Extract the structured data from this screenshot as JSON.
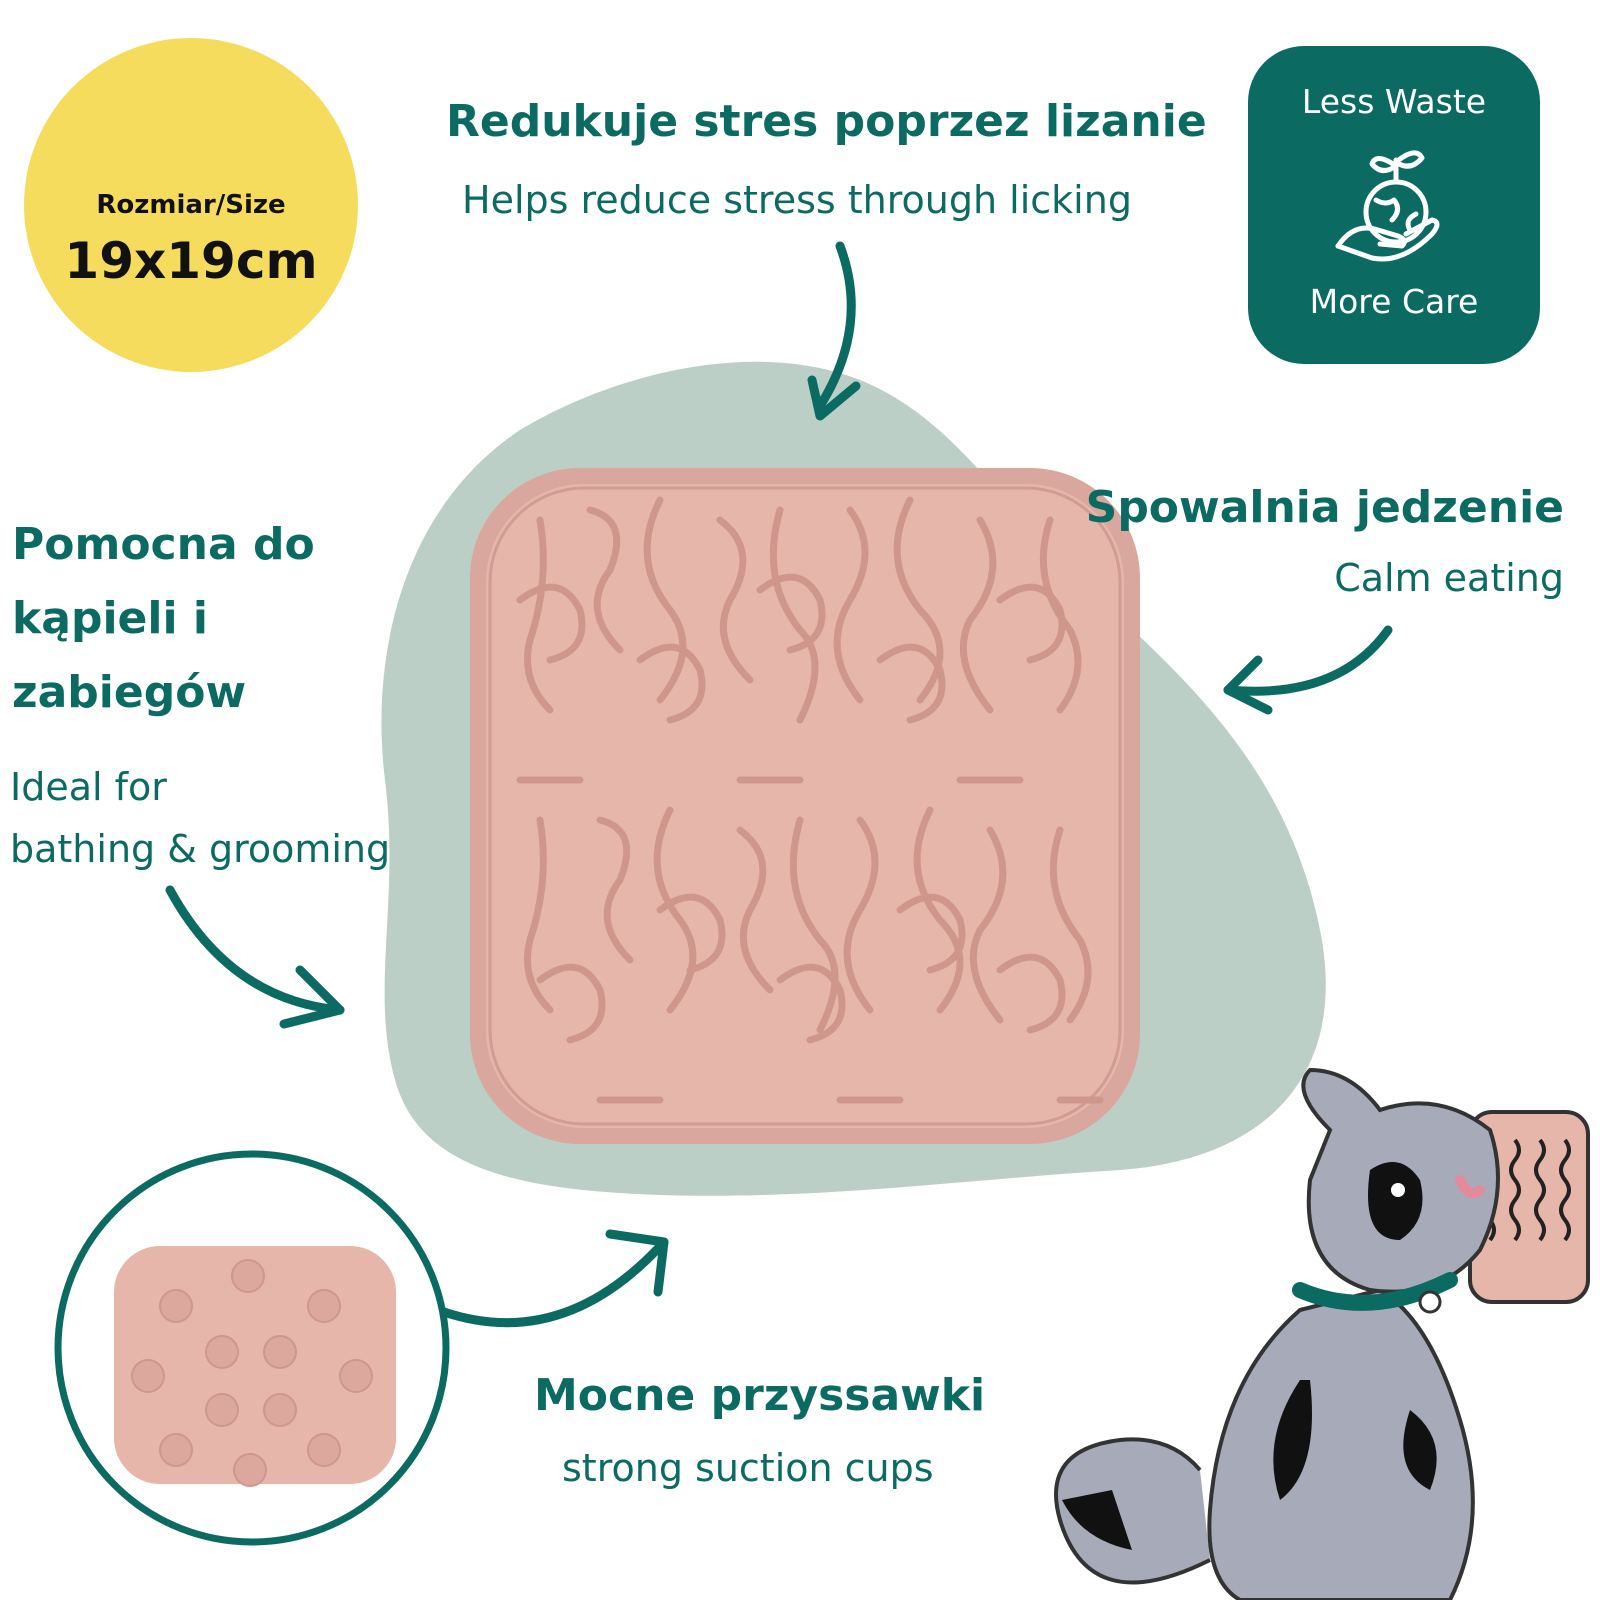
{
  "size_badge": {
    "label": "Rozmiar/Size",
    "value": "19x19cm",
    "color": "#f5dc5c"
  },
  "eco_badge": {
    "top_text": "Less Waste",
    "bottom_text": "More Care",
    "icon": "plant-globe-hand-icon",
    "color": "#0b6b63"
  },
  "features": {
    "top": {
      "heading": "Redukuje stres poprzez lizanie",
      "subtext": "Helps reduce stress through licking"
    },
    "right": {
      "heading": "Spowalnia jedzenie",
      "subtext": "Calm eating"
    },
    "left": {
      "heading_lines": [
        "Pomocna do",
        "kąpieli i",
        "zabiegów"
      ],
      "subtext_lines": [
        "Ideal for",
        "bathing & grooming"
      ]
    },
    "bottom": {
      "heading": "Mocne przyssawki",
      "subtext": "strong suction cups"
    }
  },
  "colors": {
    "teal": "#0b6b63",
    "mat_pink": "#e6b3a9",
    "blob_green": "#bccfc6",
    "cat_gray": "#a7aab8"
  }
}
